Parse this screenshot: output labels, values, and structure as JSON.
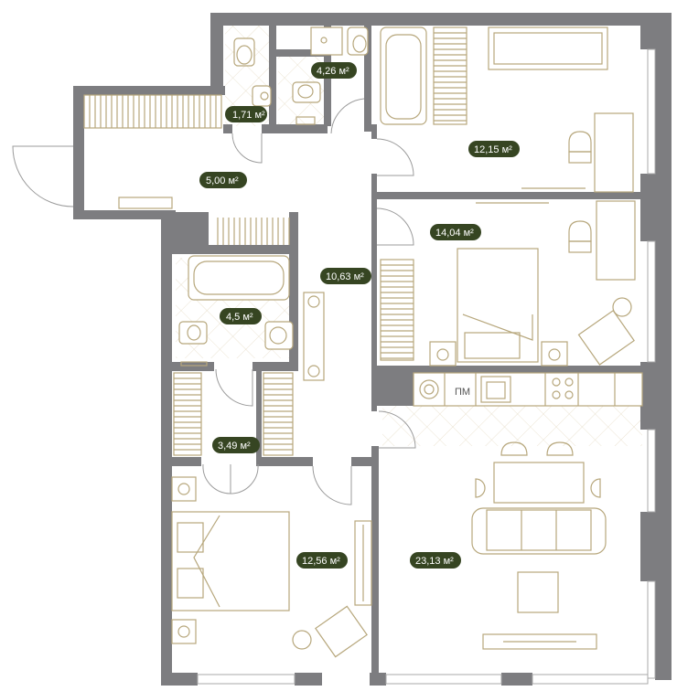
{
  "rooms": [
    {
      "id": "wc",
      "area": "1,71 м²"
    },
    {
      "id": "bath-1",
      "area": "4,26 м²"
    },
    {
      "id": "bedroom-1",
      "area": "12,15 м²"
    },
    {
      "id": "entrance",
      "area": "5,00 м²"
    },
    {
      "id": "bedroom-2",
      "area": "14,04 м²"
    },
    {
      "id": "hall",
      "area": "10,63 м²"
    },
    {
      "id": "bath-2",
      "area": "4,5 м²"
    },
    {
      "id": "wardrobe",
      "area": "3,49 м²"
    },
    {
      "id": "bedroom-3",
      "area": "12,56 м²"
    },
    {
      "id": "living-kitchen",
      "area": "23,13 м²"
    }
  ],
  "kitchen": {
    "appliance_label": "ПМ"
  },
  "colors": {
    "badge": "#364522",
    "wall": "#7d7d80",
    "furniture": "#b7a77c"
  }
}
